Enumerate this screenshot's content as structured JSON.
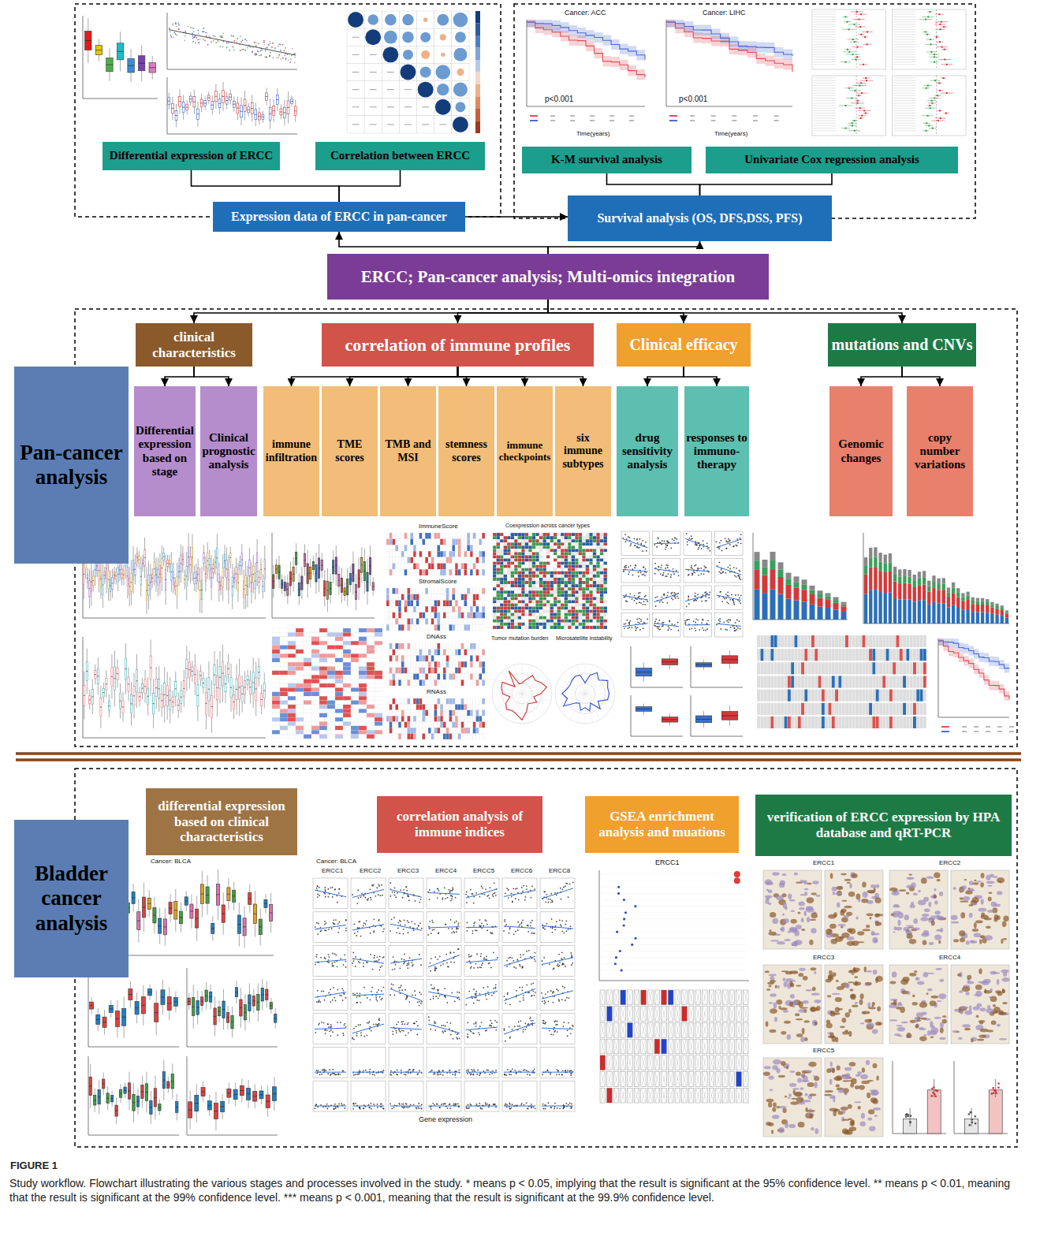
{
  "diagram": {
    "caption": "Study workflow. Flowchart illustrating the various stages and processes involved in the study. * means p < 0.05, implying that the result is significant at the 95% confidence level. ** means p < 0.01, meaning that the result is significant at the 99% confidence level. *** means p < 0.001, meaning that the result is significant at the 99.9% confidence level.",
    "nodes": [
      {
        "text": [
          "Differential expression of ERCC"
        ]
      },
      {
        "text": [
          "Correlation between ERCC"
        ]
      },
      {
        "text": [
          "K-M survival analysis"
        ]
      },
      {
        "text": [
          "Univariate Cox regression analysis"
        ]
      },
      {
        "text": [
          "Expression data of ERCC in pan-cancer"
        ]
      },
      {
        "text": [
          "Survival analysis (OS, DFS,DSS, PFS)"
        ]
      },
      {
        "text": [
          "ERCC; Pan-cancer analysis; Multi-omics integration"
        ]
      },
      {
        "text": [
          "Pan-cancer analysis"
        ]
      },
      {
        "text": [
          "clinical characteristics"
        ]
      },
      {
        "text": [
          "correlation of immune profiles"
        ]
      },
      {
        "text": [
          "Clinical efficacy"
        ]
      },
      {
        "text": [
          "mutations and CNVs"
        ]
      },
      {
        "text": [
          "Differential expression based on stage"
        ]
      },
      {
        "text": [
          "Clinical prognostic analysis"
        ]
      },
      {
        "text": [
          "immune infiltration"
        ]
      },
      {
        "text": [
          "TME scores"
        ]
      },
      {
        "text": [
          "TMB and MSI"
        ]
      },
      {
        "text": [
          "stemness scores"
        ]
      },
      {
        "text": [
          "immune checkpoints"
        ]
      },
      {
        "text": [
          "six immune subtypes"
        ]
      },
      {
        "text": [
          "drug sensitivity analysis"
        ]
      },
      {
        "text": [
          "responses to immuno-therapy"
        ]
      },
      {
        "text": [
          "Genomic changes"
        ]
      },
      {
        "text": [
          "copy number variations"
        ]
      },
      {
        "text": [
          "Bladder cancer analysis"
        ]
      },
      {
        "text": [
          "differential expression based on clinical characteristics"
        ]
      },
      {
        "text": [
          "correlation analysis of immune indices"
        ]
      },
      {
        "text": [
          "GSEA enrichment analysis and muations"
        ]
      },
      {
        "text": [
          "verification of ERCC expression by HPA database and qRT-PCR"
        ]
      }
    ],
    "edges": [
      {
        "from": 0,
        "to": 4,
        "arrow": "none"
      },
      {
        "from": 1,
        "to": 4,
        "arrow": "none"
      },
      {
        "from": 4,
        "to": 5,
        "arrow": "to"
      },
      {
        "from": 5,
        "to": 2,
        "arrow": "none"
      },
      {
        "from": 5,
        "to": 3,
        "arrow": "none"
      },
      {
        "from": 6,
        "to": 4,
        "arrow": "to"
      },
      {
        "from": 6,
        "to": 5,
        "arrow": "to"
      },
      {
        "from": 6,
        "to": 8,
        "arrow": "to"
      },
      {
        "from": 6,
        "to": 9,
        "arrow": "to"
      },
      {
        "from": 6,
        "to": 10,
        "arrow": "to"
      },
      {
        "from": 6,
        "to": 11,
        "arrow": "to"
      },
      {
        "from": 8,
        "to": 12,
        "arrow": "to"
      },
      {
        "from": 8,
        "to": 13,
        "arrow": "to"
      },
      {
        "from": 9,
        "to": 14,
        "arrow": "to"
      },
      {
        "from": 9,
        "to": 15,
        "arrow": "to"
      },
      {
        "from": 9,
        "to": 16,
        "arrow": "to"
      },
      {
        "from": 9,
        "to": 17,
        "arrow": "to"
      },
      {
        "from": 9,
        "to": 18,
        "arrow": "to"
      },
      {
        "from": 9,
        "to": 19,
        "arrow": "to"
      },
      {
        "from": 10,
        "to": 20,
        "arrow": "to"
      },
      {
        "from": 10,
        "to": 21,
        "arrow": "to"
      },
      {
        "from": 11,
        "to": 22,
        "arrow": "to"
      },
      {
        "from": 11,
        "to": 23,
        "arrow": "to"
      }
    ],
    "labels": [
      "Cancer: ACC",
      "Cancer: LIHC",
      "p<0.001",
      "p<0.001",
      "Time(years)",
      "Time(years)",
      "ImmuneScore",
      "StromalScore",
      "DNAss",
      "RNAss",
      "Coexpression across cancer types",
      "Tumor mutation burden",
      "Microsatellite instability",
      "Cancer: BLCA",
      "Cancer: BLCA",
      "ERCC1",
      "ERCC1",
      "ERCC2",
      "ERCC3",
      "ERCC4",
      "ERCC5",
      "Gene expression",
      "FIGURE 1",
      "ERCC1",
      "ERCC2",
      "ERCC3",
      "ERCC4",
      "ERCC5",
      "ERCC6",
      "ERCC8"
    ]
  }
}
